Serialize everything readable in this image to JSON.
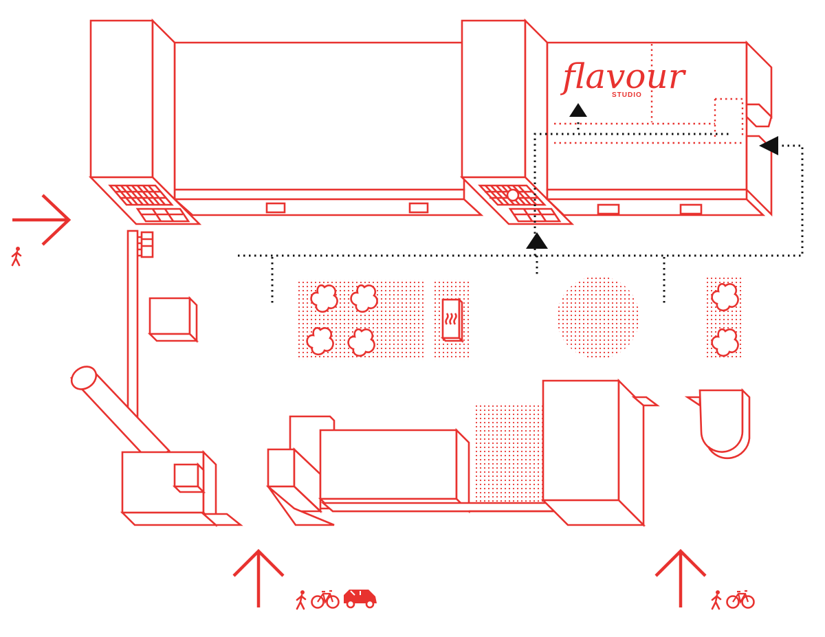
{
  "brand": {
    "name": "flavour",
    "subtitle": "STUDIO"
  },
  "colors": {
    "line": "#e8322f",
    "path": "#111111",
    "background": "#ffffff"
  },
  "entrances": [
    {
      "id": "west",
      "direction": "east",
      "modes": [
        "pedestrian-icon"
      ]
    },
    {
      "id": "south-main",
      "direction": "north",
      "modes": [
        "pedestrian-icon",
        "bicycle-icon",
        "car-icon"
      ]
    },
    {
      "id": "south-east",
      "direction": "north",
      "modes": [
        "pedestrian-icon",
        "bicycle-icon"
      ]
    }
  ],
  "icons": [
    "pedestrian-icon",
    "bicycle-icon",
    "car-icon",
    "tree-icon",
    "heater-icon",
    "arrow-icon"
  ]
}
